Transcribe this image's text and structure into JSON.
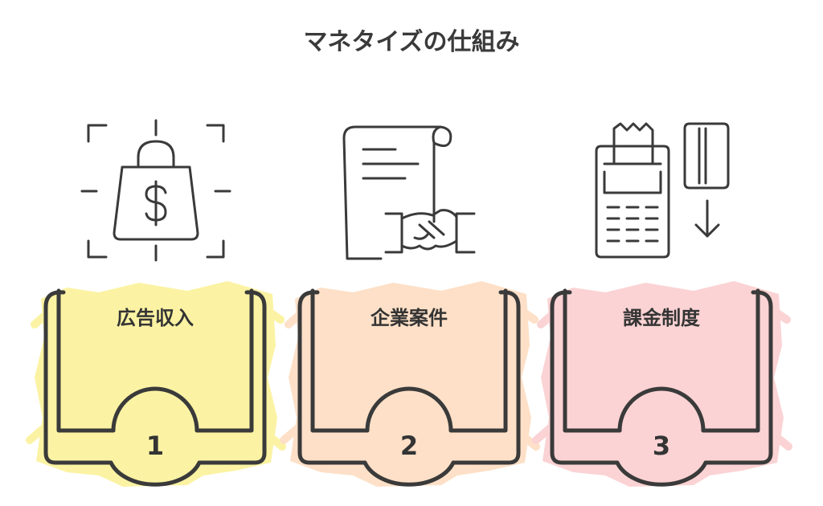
{
  "title": "マネタイズの仕組み",
  "colors": {
    "ink": "#3a3a3a",
    "background": "#ffffff"
  },
  "cards": [
    {
      "label": "広告収入",
      "number": "1",
      "icon": "shopping-bag-dollar-icon",
      "fill": "#fbf3a3"
    },
    {
      "label": "企業案件",
      "number": "2",
      "icon": "contract-handshake-icon",
      "fill": "#fde0c7"
    },
    {
      "label": "課金制度",
      "number": "3",
      "icon": "payment-terminal-card-icon",
      "fill": "#fbd3d4"
    }
  ]
}
